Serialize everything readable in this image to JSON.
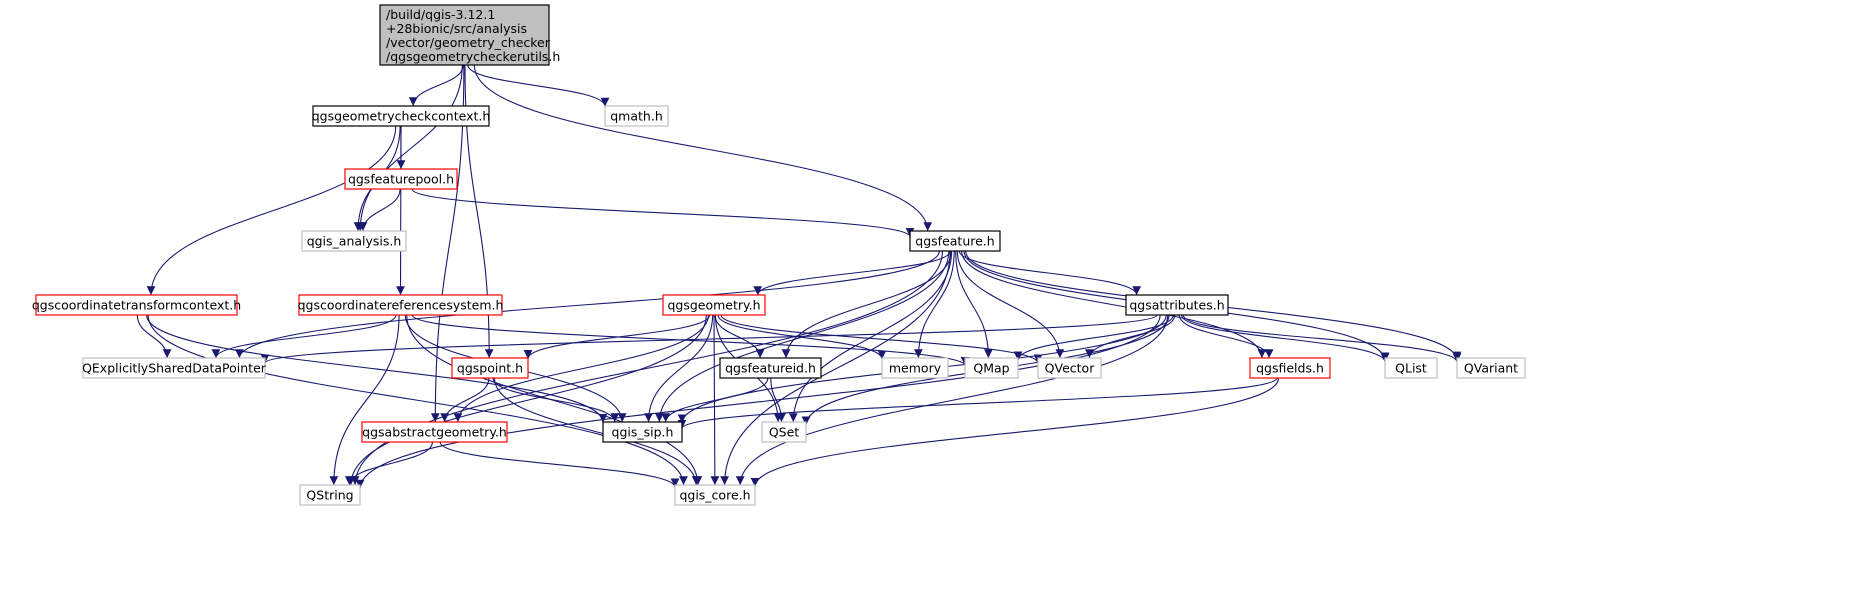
{
  "diagram": {
    "title_lines": [
      "/build/qgis-3.12.1",
      "+28bionic/src/analysis",
      "/vector/geometry_checker",
      "/qgsgeometrycheckerutils.h"
    ],
    "colors": {
      "edge": "#191970",
      "root_fill": "#bfbfbf",
      "documented_border": "#000000",
      "incomplete_border": "#ff0000",
      "external_border": "#bfbfbf"
    },
    "nodes": {
      "root": {
        "label": "/build/qgis-3.12.1 +28bionic/src/analysis /vector/geometry_checker /qgsgeometrycheckerutils.h",
        "kind": "root"
      },
      "gcc": {
        "label": "qgsgeometrycheckcontext.h",
        "kind": "documented"
      },
      "qmath": {
        "label": "qmath.h",
        "kind": "external"
      },
      "fpool": {
        "label": "qgsfeaturepool.h",
        "kind": "incomplete"
      },
      "qana": {
        "label": "qgis_analysis.h",
        "kind": "external"
      },
      "feat": {
        "label": "qgsfeature.h",
        "kind": "documented"
      },
      "ctc": {
        "label": "qgscoordinatetransformcontext.h",
        "kind": "incomplete"
      },
      "crs": {
        "label": "qgscoordinatereferencesystem.h",
        "kind": "incomplete"
      },
      "geom": {
        "label": "qgsgeometry.h",
        "kind": "incomplete"
      },
      "attr": {
        "label": "qgsattributes.h",
        "kind": "documented"
      },
      "qesdp": {
        "label": "QExplicitlySharedDataPointer",
        "kind": "external"
      },
      "point": {
        "label": "qgspoint.h",
        "kind": "incomplete"
      },
      "fid": {
        "label": "qgsfeatureid.h",
        "kind": "documented"
      },
      "memory": {
        "label": "memory",
        "kind": "external"
      },
      "qmap": {
        "label": "QMap",
        "kind": "external"
      },
      "qvector": {
        "label": "QVector",
        "kind": "external"
      },
      "fields": {
        "label": "qgsfields.h",
        "kind": "incomplete"
      },
      "qlist": {
        "label": "QList",
        "kind": "external"
      },
      "qvariant": {
        "label": "QVariant",
        "kind": "external"
      },
      "abs": {
        "label": "qgsabstractgeometry.h",
        "kind": "incomplete"
      },
      "sip": {
        "label": "qgis_sip.h",
        "kind": "documented"
      },
      "qset": {
        "label": "QSet",
        "kind": "external"
      },
      "qstring": {
        "label": "QString",
        "kind": "external"
      },
      "core": {
        "label": "qgis_core.h",
        "kind": "external"
      }
    },
    "edges": [
      [
        "root",
        "gcc"
      ],
      [
        "root",
        "qmath"
      ],
      [
        "root",
        "qana"
      ],
      [
        "root",
        "feat"
      ],
      [
        "root",
        "point"
      ],
      [
        "root",
        "abs"
      ],
      [
        "gcc",
        "fpool"
      ],
      [
        "gcc",
        "qana"
      ],
      [
        "gcc",
        "ctc"
      ],
      [
        "gcc",
        "crs"
      ],
      [
        "fpool",
        "qana"
      ],
      [
        "fpool",
        "feat"
      ],
      [
        "feat",
        "geom"
      ],
      [
        "feat",
        "attr"
      ],
      [
        "feat",
        "fid"
      ],
      [
        "feat",
        "memory"
      ],
      [
        "feat",
        "qmap"
      ],
      [
        "feat",
        "qvector"
      ],
      [
        "feat",
        "fields"
      ],
      [
        "feat",
        "qlist"
      ],
      [
        "feat",
        "qvariant"
      ],
      [
        "feat",
        "qesdp"
      ],
      [
        "feat",
        "sip"
      ],
      [
        "feat",
        "qstring"
      ],
      [
        "feat",
        "core"
      ],
      [
        "feat",
        "qset"
      ],
      [
        "ctc",
        "qesdp"
      ],
      [
        "ctc",
        "sip"
      ],
      [
        "ctc",
        "core"
      ],
      [
        "crs",
        "qesdp"
      ],
      [
        "crs",
        "qmap"
      ],
      [
        "crs",
        "sip"
      ],
      [
        "crs",
        "qstring"
      ],
      [
        "crs",
        "core"
      ],
      [
        "geom",
        "point"
      ],
      [
        "geom",
        "fid"
      ],
      [
        "geom",
        "memory"
      ],
      [
        "geom",
        "qvector"
      ],
      [
        "geom",
        "qstring"
      ],
      [
        "geom",
        "sip"
      ],
      [
        "geom",
        "abs"
      ],
      [
        "geom",
        "qset"
      ],
      [
        "geom",
        "core"
      ],
      [
        "attr",
        "qesdp"
      ],
      [
        "attr",
        "qmap"
      ],
      [
        "attr",
        "qvector"
      ],
      [
        "attr",
        "fields"
      ],
      [
        "attr",
        "qlist"
      ],
      [
        "attr",
        "qvariant"
      ],
      [
        "attr",
        "sip"
      ],
      [
        "attr",
        "qset"
      ],
      [
        "attr",
        "qstring"
      ],
      [
        "attr",
        "core"
      ],
      [
        "point",
        "abs"
      ],
      [
        "point",
        "sip"
      ],
      [
        "point",
        "core"
      ],
      [
        "fid",
        "sip"
      ],
      [
        "fid",
        "qset"
      ],
      [
        "fields",
        "sip"
      ],
      [
        "fields",
        "core"
      ],
      [
        "abs",
        "qstring"
      ],
      [
        "abs",
        "core"
      ]
    ]
  }
}
